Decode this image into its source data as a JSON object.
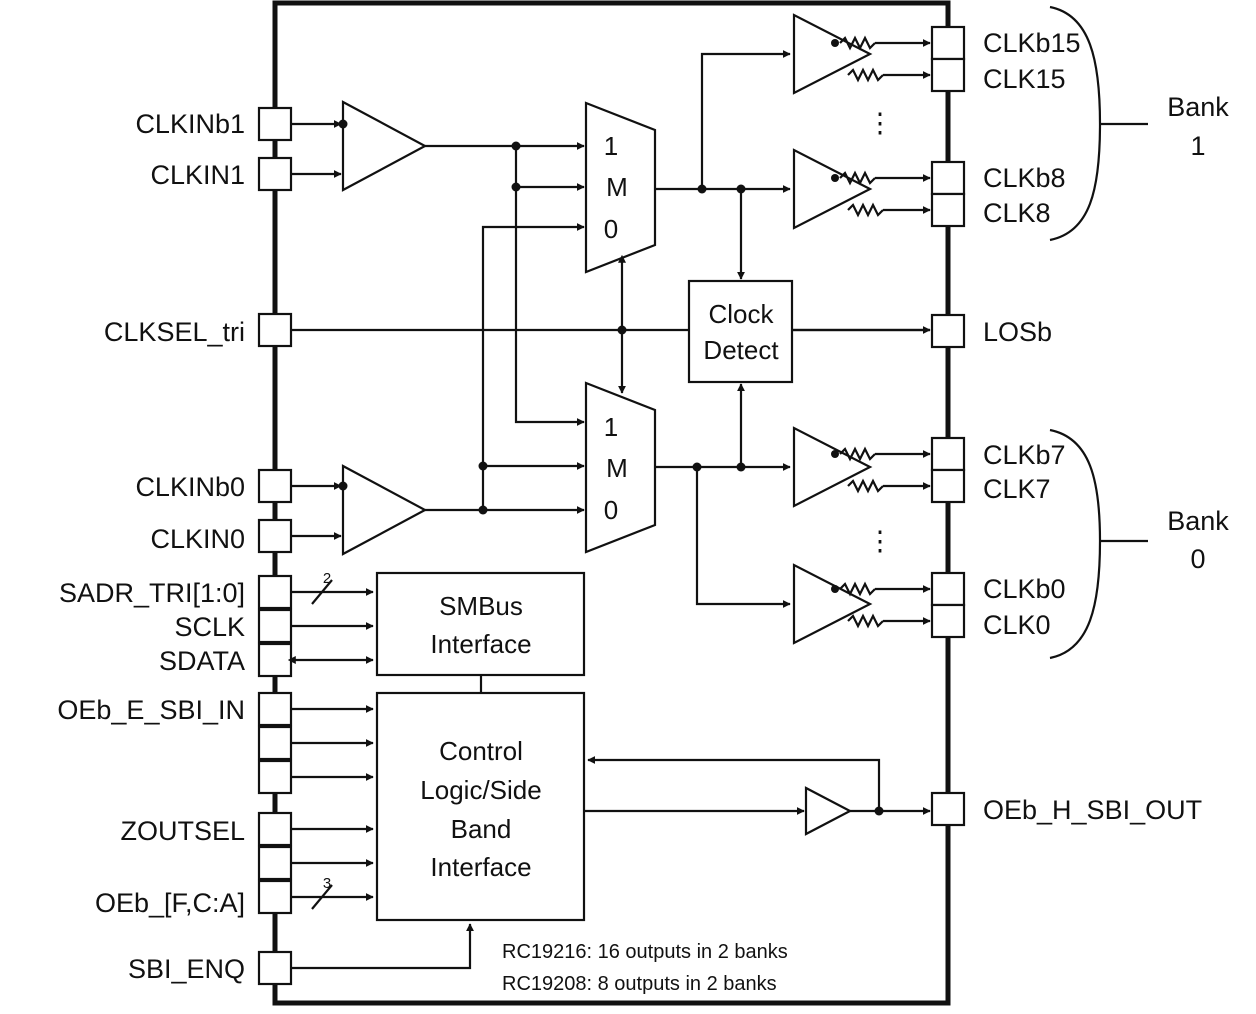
{
  "inputs": {
    "clkinb1": "CLKINb1",
    "clkin1": "CLKIN1",
    "clksel_tri": "CLKSEL_tri",
    "clkinb0": "CLKINb0",
    "clkin0": "CLKIN0",
    "sadr_tri": "SADR_TRI[1:0]",
    "sclk": "SCLK",
    "sdata": "SDATA",
    "oeb_e_sbi_in": "OEb_E_SBI_IN",
    "zoutsel": "ZOUTSEL",
    "oeb_fca": "OEb_[F,C:A]",
    "sbi_enq": "SBI_ENQ"
  },
  "outputs": {
    "clkb15": "CLKb15",
    "clk15": "CLK15",
    "clkb8": "CLKb8",
    "clk8": "CLK8",
    "losb": "LOSb",
    "clkb7": "CLKb7",
    "clk7": "CLK7",
    "clkb0": "CLKb0",
    "clk0": "CLK0",
    "oeb_h_sbi_out": "OEb_H_SBI_OUT"
  },
  "banks": {
    "bank1": {
      "line1": "Bank",
      "line2": "1"
    },
    "bank0": {
      "line1": "Bank",
      "line2": "0"
    }
  },
  "mux": {
    "in1": "1",
    "sel": "M",
    "in0": "0"
  },
  "blocks": {
    "clock_detect": {
      "line1": "Clock",
      "line2": "Detect"
    },
    "smbus": {
      "line1": "SMBus",
      "line2": "Interface"
    },
    "control": {
      "line1": "Control",
      "line2": "Logic/Side",
      "line3": "Band",
      "line4": "Interface"
    }
  },
  "bus_widths": {
    "sadr": "2",
    "oeb": "3"
  },
  "notes": {
    "line1": "RC19216: 16 outputs in 2 banks",
    "line2": "RC19208: 8 outputs in 2 banks"
  },
  "continuation": "⋮"
}
